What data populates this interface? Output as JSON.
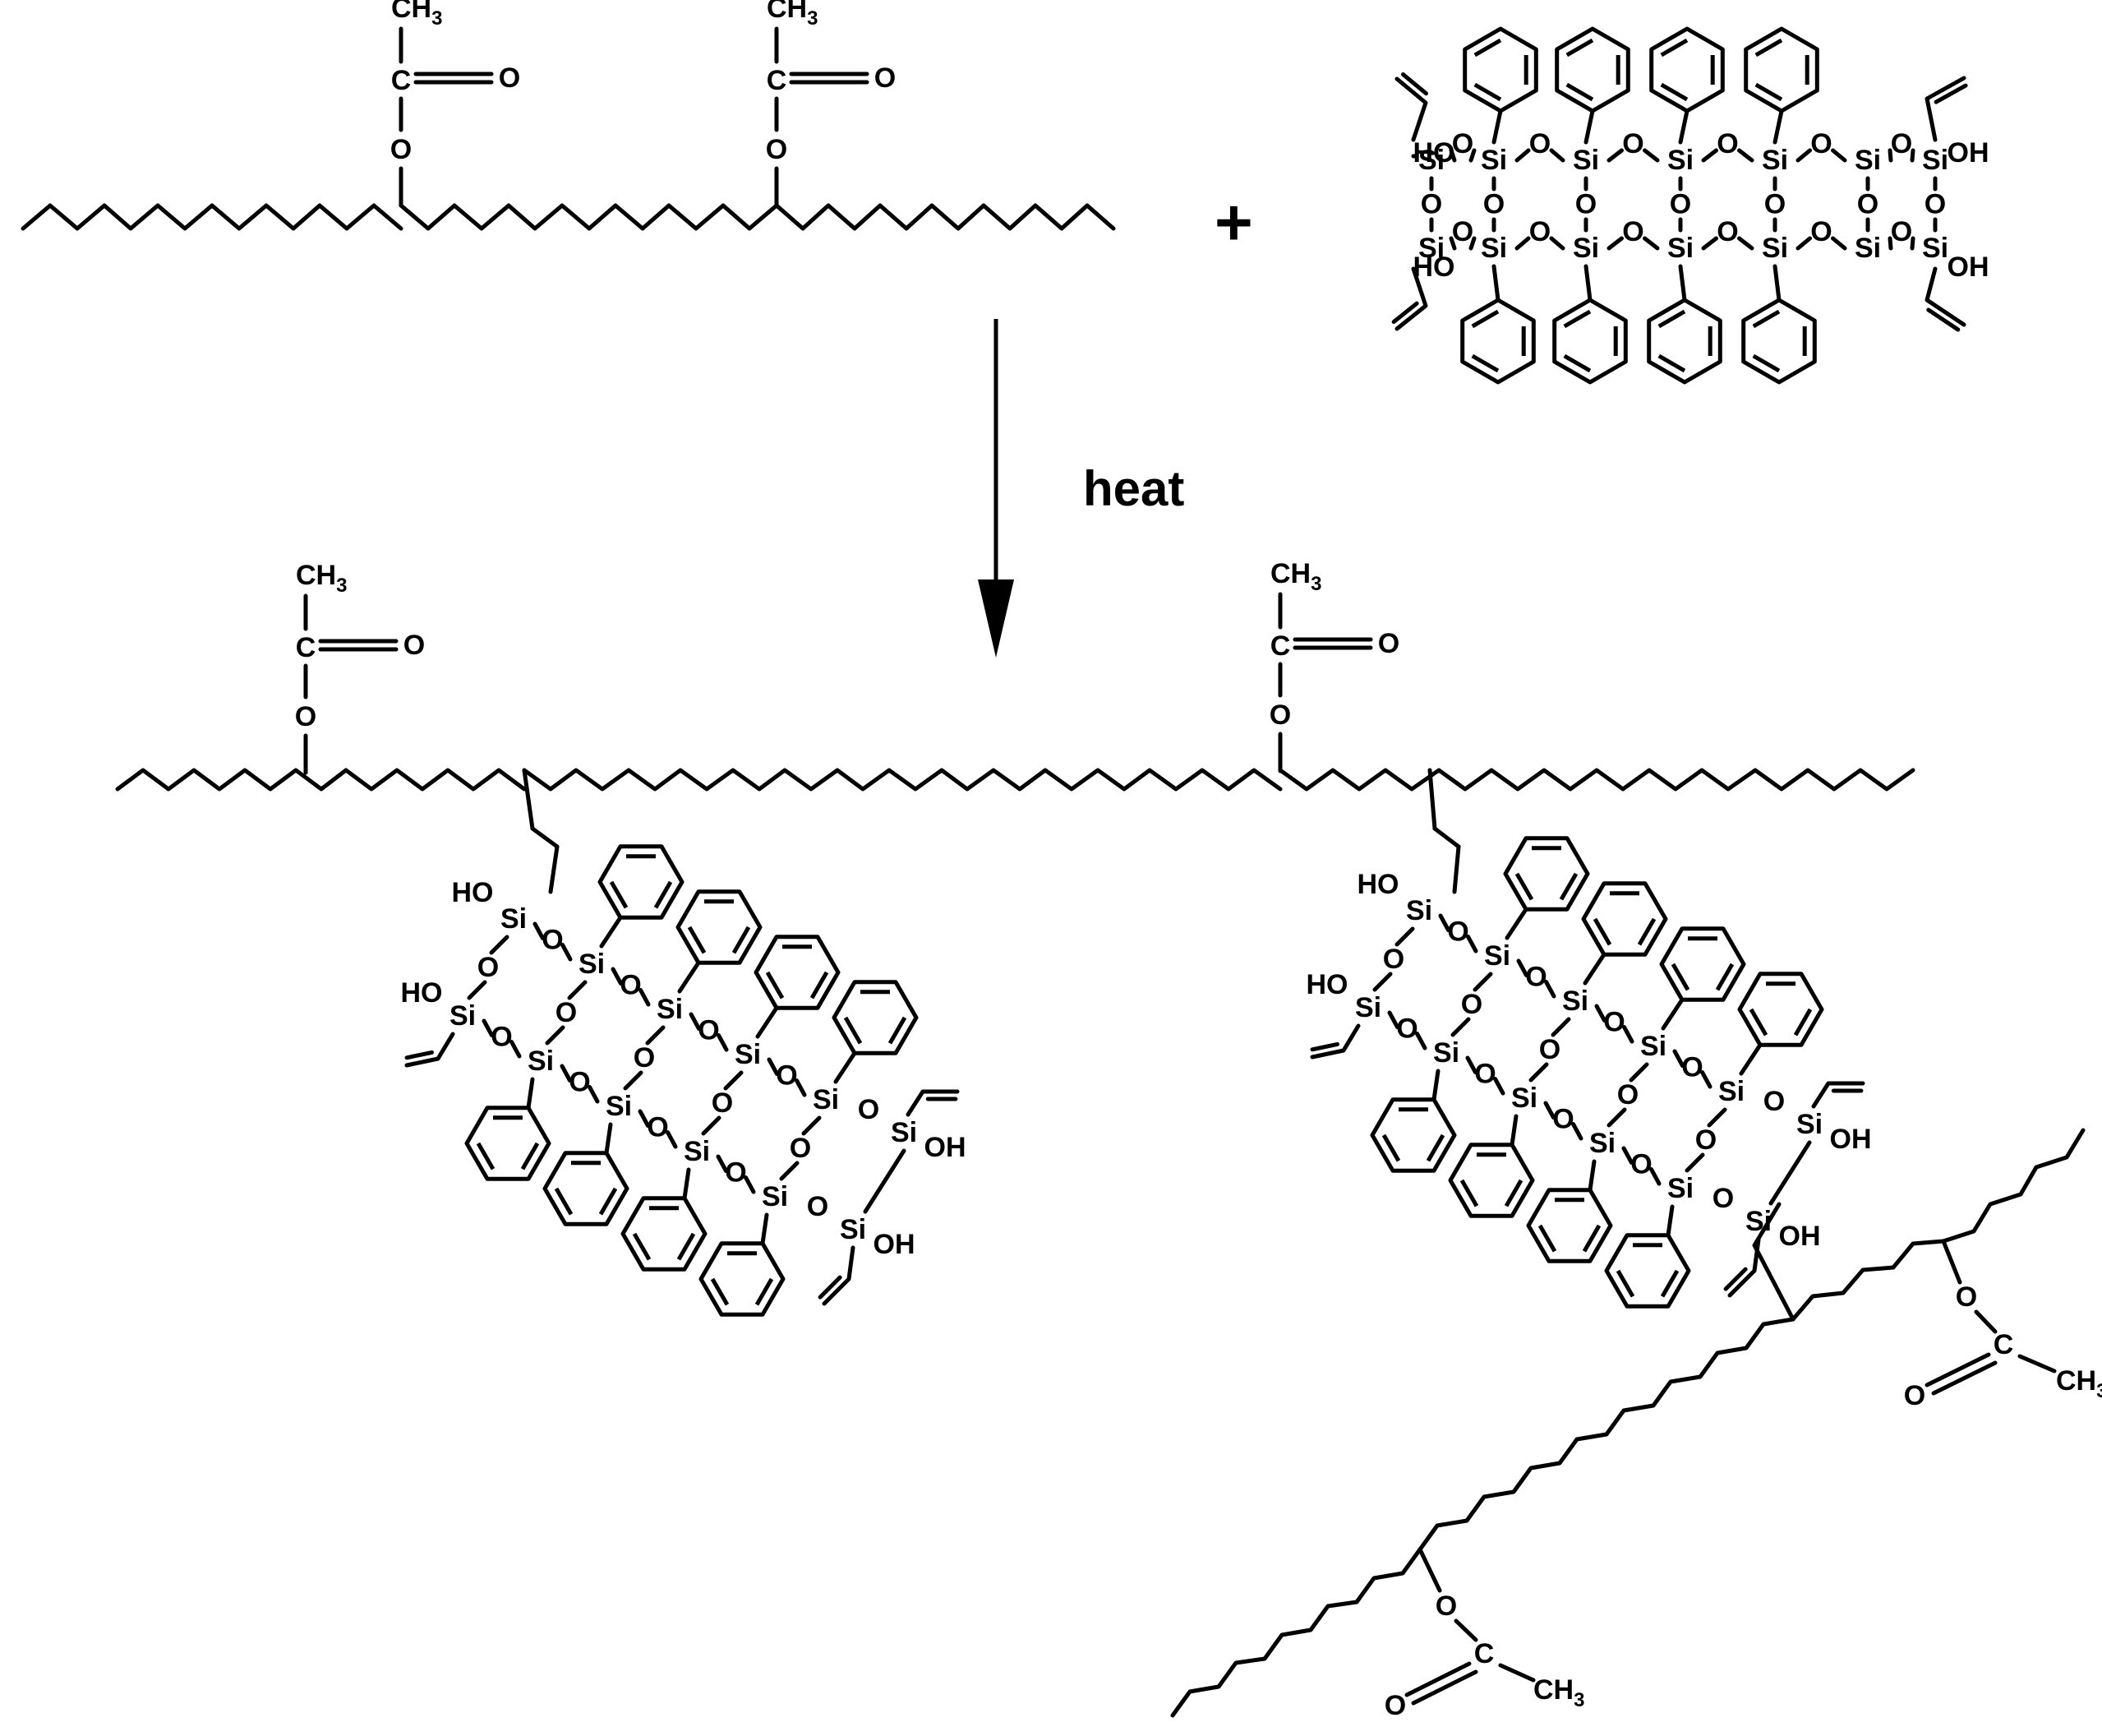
{
  "reaction": {
    "plus_sign": "+",
    "condition_label": "heat"
  },
  "atom_labels": {
    "carbon": "C",
    "oxygen": "O",
    "silicon": "Si",
    "hydroxyl_right": "OH",
    "hydroxyl_left": "HO",
    "methyl": "CH",
    "methyl_subscript": "3"
  },
  "colors": {
    "line": "#000000",
    "background": "#ffffff"
  }
}
